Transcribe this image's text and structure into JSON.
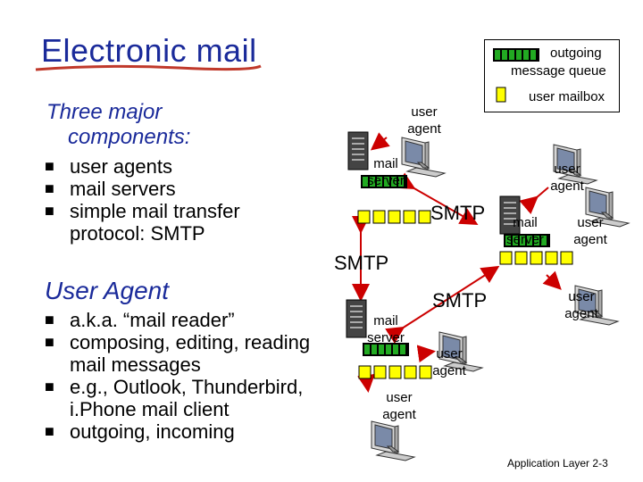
{
  "title": "Electronic mail",
  "section1": {
    "line1": "Three major",
    "line2": "components:"
  },
  "bullets1": [
    "user agents",
    "mail servers",
    "simple mail transfer protocol: SMTP"
  ],
  "section2": "User Agent",
  "bullets2": [
    "a.k.a. “mail reader”",
    "composing, editing, reading mail messages",
    "e.g., Outlook, Thunderbird, i.Phone mail client",
    "outgoing, incoming"
  ],
  "legend": {
    "queue_line1": "outgoing",
    "queue_line2": "message queue",
    "mailbox": "user mailbox"
  },
  "diagram": {
    "ua_top": [
      "user",
      "agent"
    ],
    "server_top": [
      "mail",
      "server"
    ],
    "ua_right_top": [
      "user",
      "agent"
    ],
    "server_right": [
      "mail",
      "server"
    ],
    "ua_right_mid": [
      "user",
      "agent"
    ],
    "ua_right_bottom": [
      "user",
      "agent"
    ],
    "server_bottom": [
      "mail",
      "server"
    ],
    "ua_bottom_mid": [
      "user",
      "agent"
    ],
    "ua_bottom": [
      "user",
      "agent"
    ],
    "smtp_right": "SMTP",
    "smtp_left": "SMTP",
    "smtp_bottom": "SMTP"
  },
  "footer": {
    "label": "Application Layer",
    "page": "2-3"
  },
  "colors": {
    "title": "#1a2a9a",
    "yellow": "#ffff00",
    "green": "#22aa22",
    "link": "#cc0000"
  }
}
